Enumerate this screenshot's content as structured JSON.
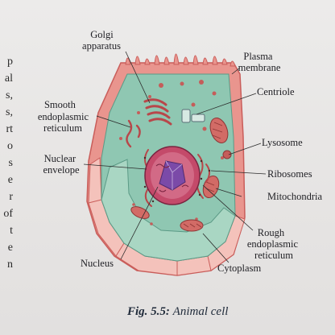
{
  "side_text": [
    "p",
    "al",
    "s,",
    "s,",
    "rt",
    "o",
    "s",
    "e",
    "r",
    "of",
    "t",
    "e",
    "n"
  ],
  "labels": {
    "golgi": [
      "Golgi",
      "apparatus"
    ],
    "plasma": [
      "Plasma",
      "membrane"
    ],
    "smooth_er": [
      "Smooth",
      "endoplasmic",
      "reticulum"
    ],
    "centriole": "Centriole",
    "lysosome": "Lysosome",
    "nuclear_envelope": [
      "Nuclear",
      "envelope"
    ],
    "ribosomes": "Ribosomes",
    "mitochondria": "Mitochondria",
    "rough_er": [
      "Rough",
      "endoplasmic",
      "reticulum"
    ],
    "nucleus": "Nucleus",
    "cytoplasm": "Cytoplasm"
  },
  "caption": {
    "fig": "Fig. 5.5:",
    "title": "Animal cell"
  },
  "colors": {
    "cytoplasm": "#8fc7b2",
    "membrane_outer": "#e58c86",
    "membrane_band": "#f2b3ac",
    "nucleus_chromatin": "#c8446a",
    "nucleolus": "#7b4aa8",
    "organelle": "#c55d5a"
  }
}
